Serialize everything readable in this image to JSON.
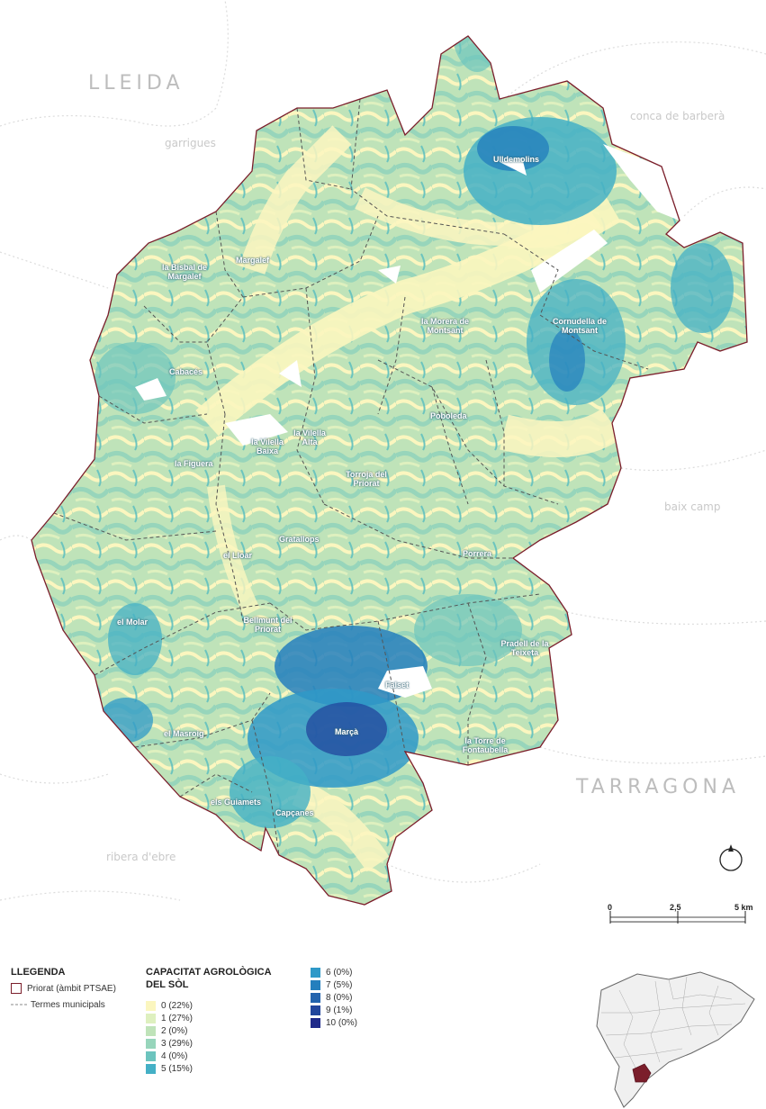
{
  "regions": {
    "lleida": "LLEIDA",
    "garrigues": "garrigues",
    "conca": "conca de barberà",
    "baix_camp": "baix camp",
    "tarragona": "TARRAGONA",
    "ribera": "ribera d'ebre"
  },
  "towns": [
    {
      "text": "Ulldemolins"
    },
    {
      "text": "la Bisbal de Margalef"
    },
    {
      "text": "Margalef"
    },
    {
      "text": "la Morera de Montsant"
    },
    {
      "text": "Cornudella de Montsant"
    },
    {
      "text": "Cabacés"
    },
    {
      "text": "la Vilella Baixa"
    },
    {
      "text": "la Vilella Alta"
    },
    {
      "text": "Poboleda"
    },
    {
      "text": "la Figuera"
    },
    {
      "text": "Torroja del Priorat"
    },
    {
      "text": "Gratallops"
    },
    {
      "text": "el Lloar"
    },
    {
      "text": "Porrera"
    },
    {
      "text": "el Molar"
    },
    {
      "text": "Bellmunt del Priorat"
    },
    {
      "text": "Pradell de la Teixeta"
    },
    {
      "text": "Falset"
    },
    {
      "text": "el Masroig"
    },
    {
      "text": "Marçà"
    },
    {
      "text": "la Torre de Fontaubella"
    },
    {
      "text": "els Guiamets"
    },
    {
      "text": "Capçanes"
    }
  ],
  "scale": {
    "zero": "0",
    "mid": "2,5",
    "end": "5 km"
  },
  "legend": {
    "title": "LLEGENDA",
    "items": [
      {
        "label": "Priorat (àmbit PTSAE)",
        "color": "#7b1e2b"
      },
      {
        "label": "Termes municipals",
        "color": "#888888"
      }
    ]
  },
  "capacitat": {
    "title_line1": "CAPACITAT AGROLÒGICA",
    "title_line2": "DEL SÒL",
    "classes": [
      {
        "label": "0 (22%)",
        "color": "#fbf6bf"
      },
      {
        "label": "1 (27%)",
        "color": "#def0bf"
      },
      {
        "label": "2 (0%)",
        "color": "#bfe3b9"
      },
      {
        "label": "3 (29%)",
        "color": "#97d5bb"
      },
      {
        "label": "4 (0%)",
        "color": "#6cc4be"
      },
      {
        "label": "5 (15%)",
        "color": "#44b0c6"
      },
      {
        "label": "6 (0%)",
        "color": "#2f99c8"
      },
      {
        "label": "7 (5%)",
        "color": "#247fbd"
      },
      {
        "label": "8 (0%)",
        "color": "#2263ad"
      },
      {
        "label": "9 (1%)",
        "color": "#22469c"
      },
      {
        "label": "10 (0%)",
        "color": "#1f2a8a"
      }
    ]
  }
}
